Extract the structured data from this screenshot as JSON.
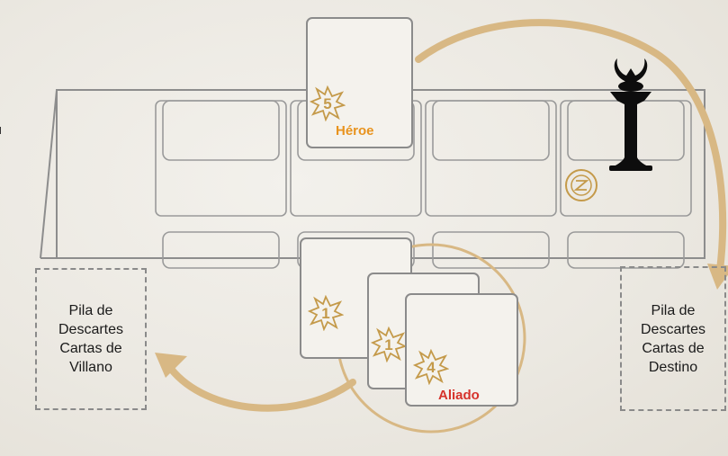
{
  "cards": {
    "hero": {
      "label": "Héroe",
      "cost": "5"
    },
    "ally_back": {
      "cost": "1"
    },
    "ally_mid": {
      "cost": "1"
    },
    "ally_front": {
      "label": "Aliado",
      "cost": "4"
    }
  },
  "piles": {
    "villain_discard": {
      "lines": [
        "Pila de",
        "Descartes",
        "Cartas de",
        "Villano"
      ]
    },
    "fate_discard": {
      "lines": [
        "Pila de",
        "Descartes",
        "Cartas de",
        "Destino"
      ]
    }
  },
  "icons": {
    "villain_figure": "villain-mover-icon",
    "location_action": "location-action-icon"
  },
  "colors": {
    "hero_label": "#e8931e",
    "ally_label": "#d6322b",
    "arrow": "#d8b884",
    "cost_icon": "#c49a4a"
  }
}
